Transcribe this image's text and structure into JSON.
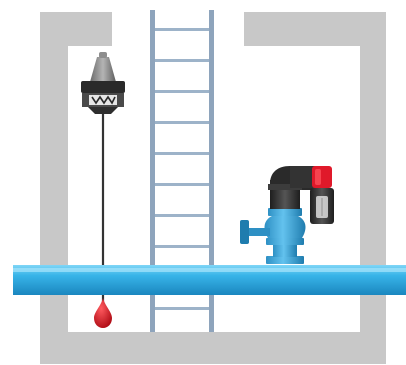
{
  "scene": {
    "subject": "utility-chamber-cross-section",
    "components": [
      "chamber-walls",
      "access-ladder",
      "level-sensor-float",
      "air-release-valve",
      "horizontal-pipe"
    ]
  },
  "colors": {
    "wall": "#c8c8c8",
    "wall_edge": "#b4b4b4",
    "ladder": "#8ea4bc",
    "ladder_rung": "#9db3c9",
    "pipe_light": "#5fc8f2",
    "pipe": "#2aa4de",
    "pipe_dark": "#177fb6",
    "valve_body": "#4aa8d8",
    "valve_dark": "#1f7cae",
    "sensor_body": "#3a3a3a",
    "sensor_grey": "#8d8d8d",
    "cable": "#333333",
    "float": "#d4141e",
    "cap_red": "#e0192a",
    "filter_body": "#2e2e2e"
  },
  "icons": {
    "sensor": "level-sensor-icon",
    "float": "float-switch-icon",
    "valve": "air-release-valve-icon"
  }
}
